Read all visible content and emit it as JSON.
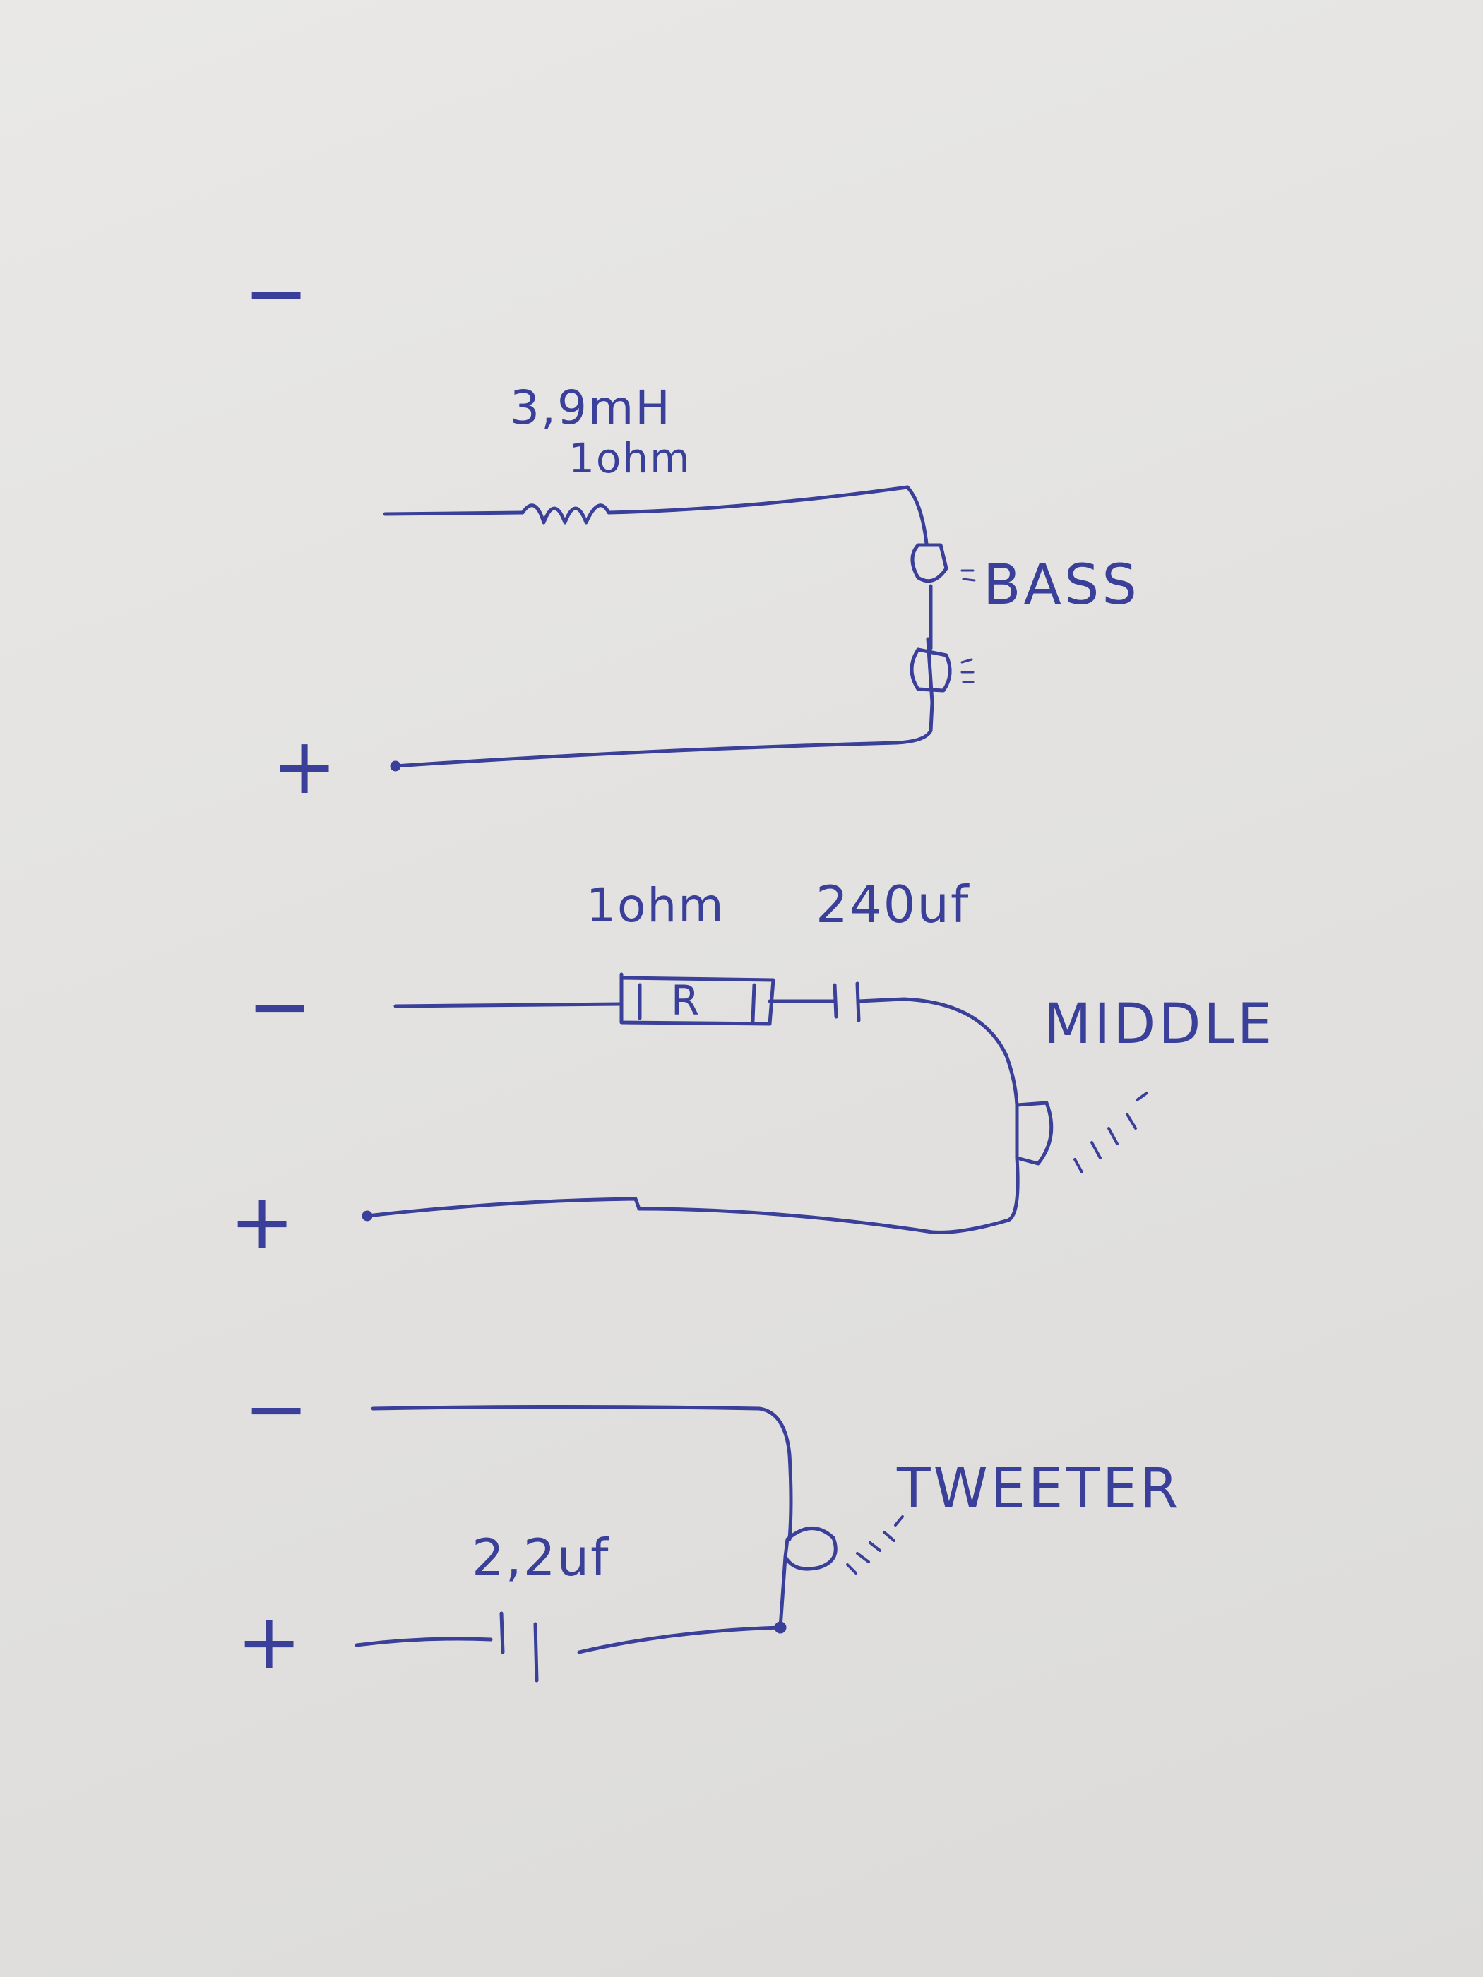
{
  "bass": {
    "minus": "−",
    "plus": "+",
    "inductor_value": "3,9mH",
    "inductor_resistance": "1ohm",
    "speaker_label": "BASS"
  },
  "middle": {
    "minus": "−",
    "plus": "+",
    "resistor_value": "1ohm",
    "resistor_symbol": "R",
    "capacitor_value": "240uf",
    "speaker_label": "MIDDLE"
  },
  "tweeter": {
    "minus": "−",
    "plus": "+",
    "capacitor_value": "2,2uf",
    "speaker_label": "TWEETER"
  },
  "colors": {
    "ink": "#3a3f9a",
    "paper": "#e6e5e3"
  }
}
